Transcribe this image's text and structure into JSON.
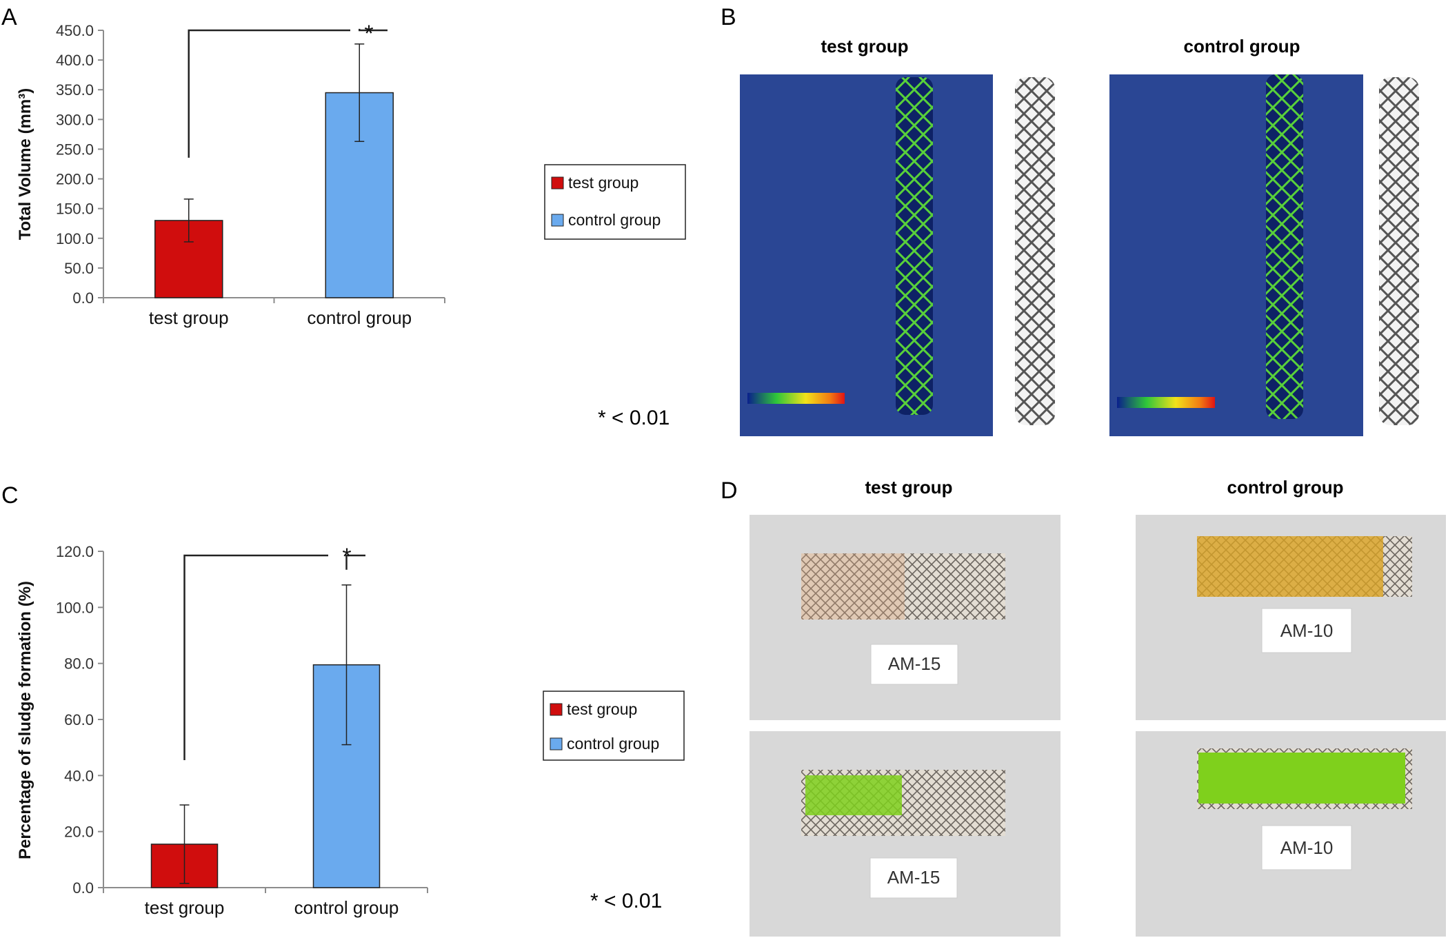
{
  "panels": {
    "A": {
      "letter": "A",
      "significance": {
        "star": "*",
        "note": "* < 0.01"
      }
    },
    "B": {
      "letter": "B",
      "left_title": "test group",
      "right_title": "control group"
    },
    "C": {
      "letter": "C",
      "significance": {
        "star": "*",
        "note": "* < 0.01"
      }
    },
    "D": {
      "letter": "D",
      "left_title": "test group",
      "right_title": "control group",
      "labels": {
        "test": "AM-15",
        "control": "AM-10"
      }
    }
  },
  "colors": {
    "test": "#d00d0d",
    "control": "#6aaaee",
    "micro_ct_bg": "#2a4694",
    "photo_bg": "#d8d8d8",
    "sludge_green": "#7fd01c",
    "sludge_orange": "#d9a223"
  },
  "chart_data": [
    {
      "type": "bar",
      "panel": "A",
      "categories": [
        "test group",
        "control group"
      ],
      "values": [
        130.0,
        345.0
      ],
      "errors": [
        36.0,
        82.0
      ],
      "ylabel": "Total Volume (mm³)",
      "ylim": [
        0,
        450
      ],
      "yticks": [
        "0.0",
        "50.0",
        "100.0",
        "150.0",
        "200.0",
        "250.0",
        "300.0",
        "350.0",
        "400.0",
        "450.0"
      ],
      "legend": [
        "test group",
        "control group"
      ],
      "legend_position": "right",
      "grid": false
    },
    {
      "type": "bar",
      "panel": "C",
      "categories": [
        "test group",
        "control group"
      ],
      "values": [
        15.5,
        79.5
      ],
      "errors": [
        14.0,
        28.5
      ],
      "ylabel": "Percentage of sludge formation (%)",
      "ylim": [
        0,
        120
      ],
      "yticks": [
        "0.0",
        "20.0",
        "40.0",
        "60.0",
        "80.0",
        "100.0",
        "120.0"
      ],
      "legend": [
        "test group",
        "control group"
      ],
      "legend_position": "right",
      "grid": false
    }
  ]
}
